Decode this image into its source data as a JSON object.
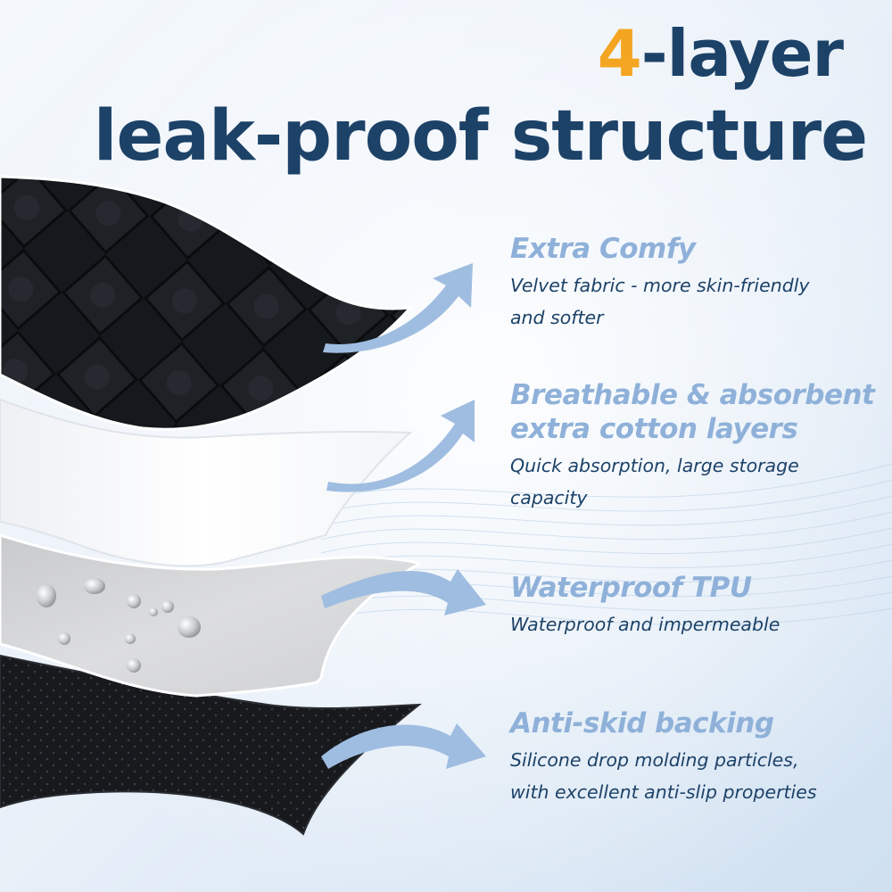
{
  "headline": {
    "line1_number": "4",
    "line1_rest": "-layer",
    "line2": "leak-proof structure"
  },
  "features": [
    {
      "title": "Extra Comfy",
      "desc_lines": [
        "Velvet fabric - more skin-friendly",
        "and softer"
      ]
    },
    {
      "title_lines": [
        "Breathable & absorbent",
        "extra cotton layers"
      ],
      "desc_lines": [
        "Quick absorption, large storage",
        "capacity"
      ]
    },
    {
      "title": "Waterproof TPU",
      "desc_lines": [
        "Waterproof and impermeable"
      ]
    },
    {
      "title": "Anti-skid backing",
      "desc_lines": [
        "Silicone drop molding particles,",
        "with excellent anti-slip properties"
      ]
    }
  ],
  "colors": {
    "headline": "#1d4268",
    "accent": "#f4a622",
    "feature_title": "#8fb1d9",
    "arrow": "#9fbde0",
    "velvet_layer": "#121417",
    "cotton_layer": "#ffffff",
    "tpu_layer": "#d4d5d7",
    "backing_layer": "#15171a"
  }
}
